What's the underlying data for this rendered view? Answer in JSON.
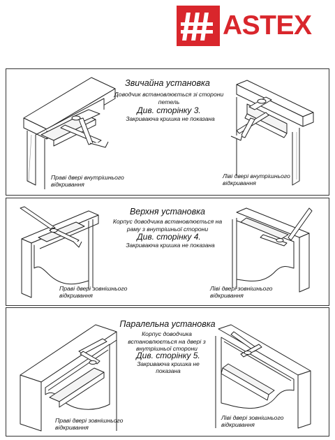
{
  "brand": {
    "name": "ASTEX",
    "color": "#d9262c"
  },
  "sections": [
    {
      "title": "Звичайна установка",
      "description": "Доводчик встановлюється зі сторони петель",
      "page_ref": "Див. сторінку 3.",
      "note": "Закриваюча кришка не показана",
      "left_caption": "Праві двері внутрішнього відкривання",
      "right_caption": "Ліві двері внутрішнього відкривання"
    },
    {
      "title": "Верхня установка",
      "description": "Корпус доводчика встановлюється на раму з внутрішньої сторони",
      "page_ref": "Див. сторінку 4.",
      "note": "Закриваюча кришка не показана",
      "left_caption": "Праві двері зовнішнього відкривання",
      "right_caption": "Ліві двері зовнішнього відкривання"
    },
    {
      "title": "Паралельна установка",
      "description": "Корпус доводчика встановлюється на двері з внутрішньої сторони",
      "page_ref": "Див. сторінку 5.",
      "note": "Закриваюча кришка не показана",
      "left_caption": "Праві двері зовнішнього відкривання",
      "right_caption": "Ліві двері зовнішнього відкривання"
    }
  ]
}
